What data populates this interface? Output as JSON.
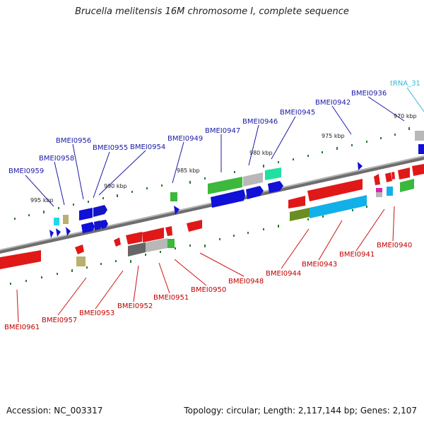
{
  "title": "Brucella melitensis 16M chromosome I, complete sequence",
  "footer": {
    "accession": "Accession: NC_003317",
    "topology": "Topology: circular; Length: 2,117,144 bp; Genes: 2,107"
  },
  "kbp_labels": [
    "995 kbp",
    "990 kbp",
    "985 kbp",
    "980 kbp",
    "975 kbp",
    "970 kbp"
  ],
  "top_genes": [
    "BMEI0959",
    "BMEI0958",
    "BMEI0956",
    "BMEI0955",
    "BMEI0954",
    "BMEI0949",
    "BMEI0947",
    "BMEI0946",
    "BMEI0945",
    "BMEI0942",
    "BMEI0936"
  ],
  "trna_label": "tRNA_31",
  "bottom_genes": [
    "BMEI0961",
    "BMEI0957",
    "BMEI0953",
    "BMEI0952",
    "BMEI0951",
    "BMEI0950",
    "BMEI0948",
    "BMEI0944",
    "BMEI0943",
    "BMEI0941",
    "BMEI0940"
  ],
  "colors": {
    "backbone": "#7a7a7a",
    "forward_gene": "#1010d8",
    "reverse_gene": "#e01818",
    "green_gene": "#3cb83c",
    "gray_gene": "#b8b8b8",
    "cyan_gene": "#12b0e8",
    "olive_gene": "#b8b070",
    "tick": "#2a7a2a",
    "label_forward": "#1a1aa6",
    "label_reverse": "#c00000",
    "label_trna": "#36b8d8"
  }
}
